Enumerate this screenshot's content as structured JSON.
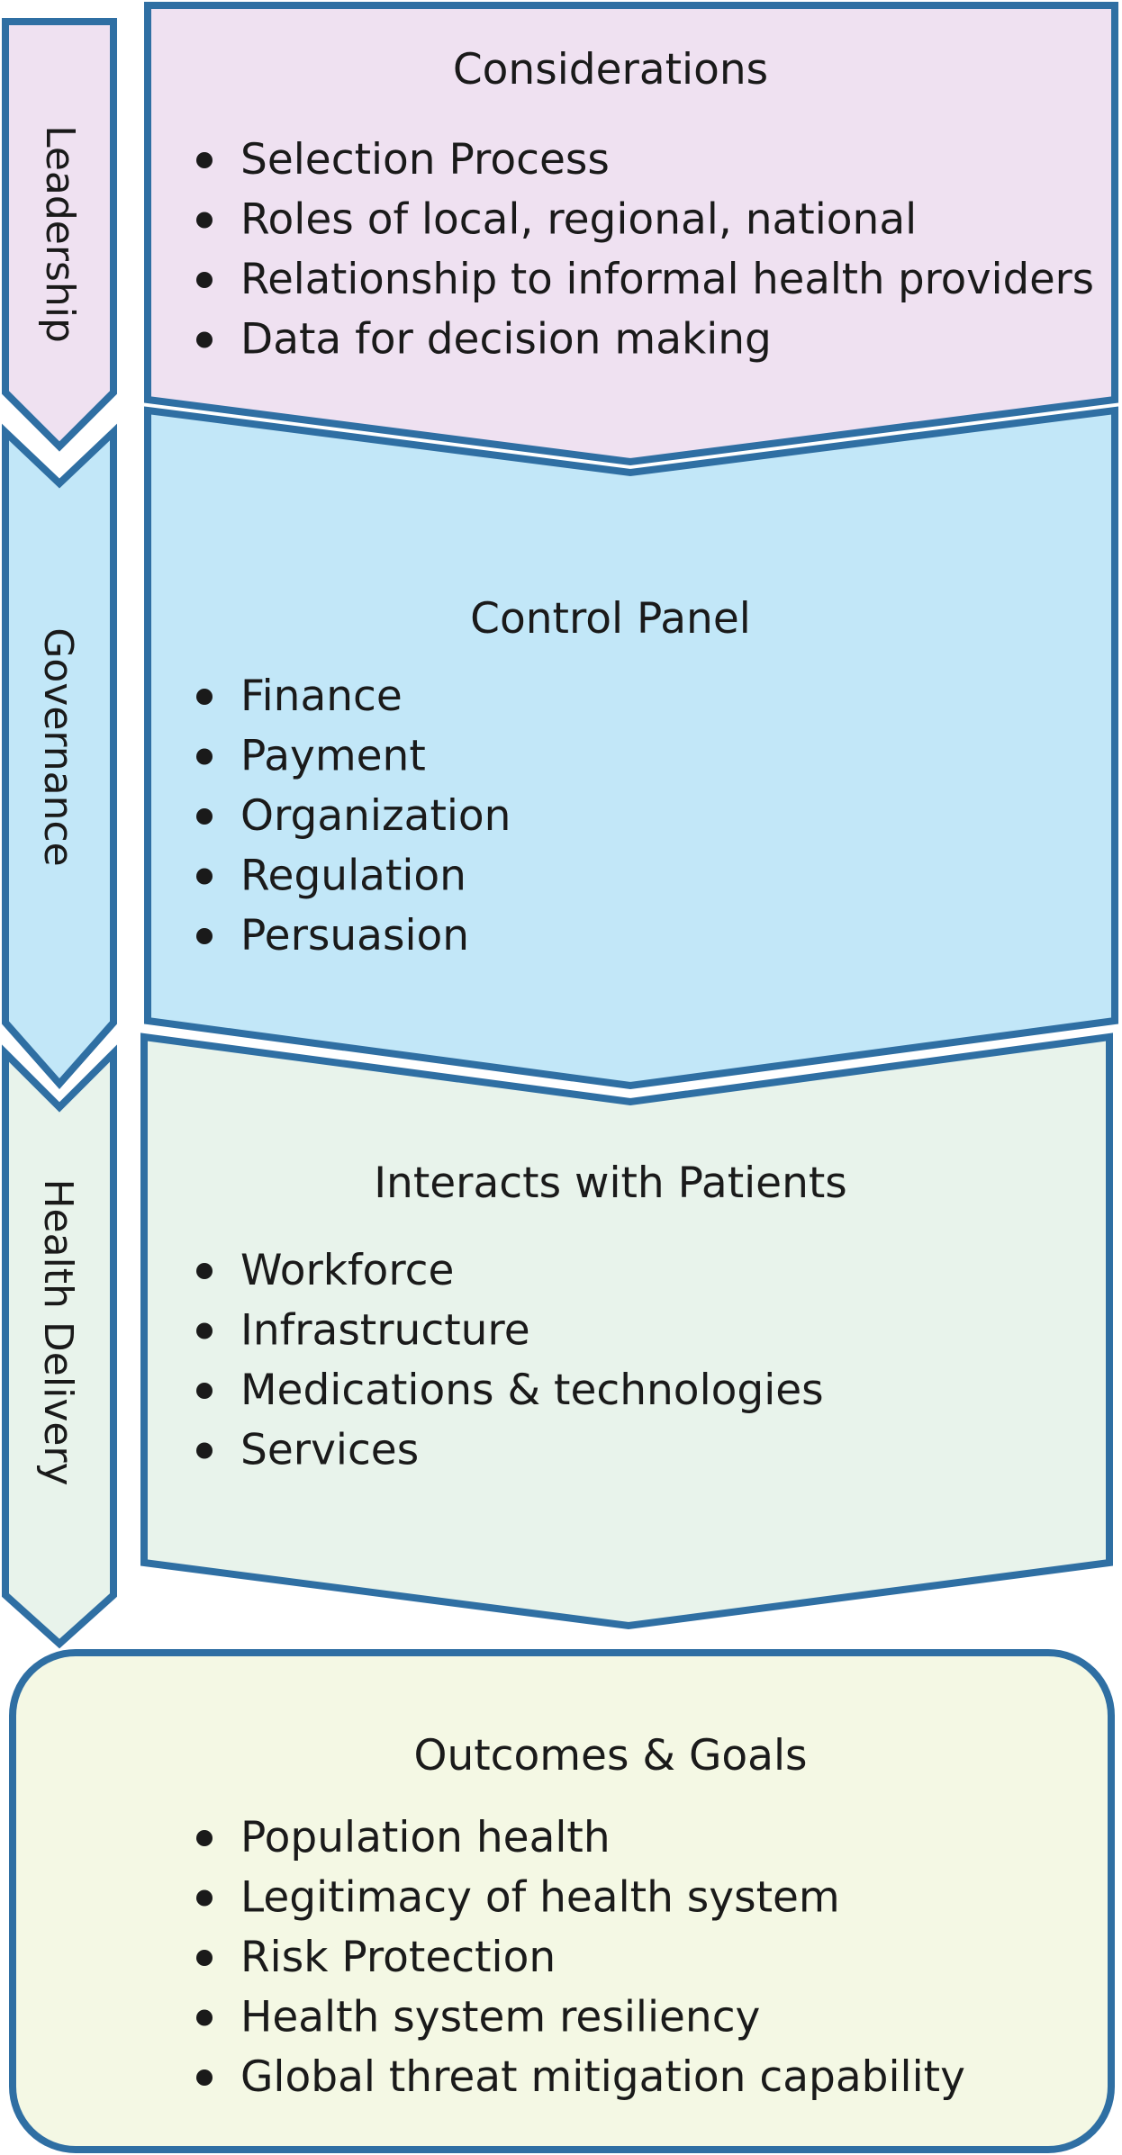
{
  "colors": {
    "stroke": "#2f6fa3",
    "leadership_fill": "#efe1f1",
    "governance_fill": "#c2e7f8",
    "delivery_fill": "#e8f3eb",
    "outcomes_fill": "#f4f8e4"
  },
  "side_labels": {
    "leadership": "Leadership",
    "governance": "Governance",
    "health_delivery": "Health Delivery"
  },
  "considerations": {
    "title": "Considerations",
    "items": [
      "Selection Process",
      "Roles of local, regional, national",
      "Relationship to informal health providers",
      "Data for decision making"
    ]
  },
  "control_panel": {
    "title": "Control Panel",
    "items": [
      "Finance",
      "Payment",
      "Organization",
      "Regulation",
      "Persuasion"
    ]
  },
  "patients": {
    "title": "Interacts with Patients",
    "items": [
      "Workforce",
      "Infrastructure",
      "Medications & technologies",
      "Services"
    ]
  },
  "outcomes": {
    "title": "Outcomes & Goals",
    "items": [
      "Population health",
      "Legitimacy of health system",
      "Risk Protection",
      "Health system resiliency",
      "Global threat mitigation capability"
    ]
  }
}
